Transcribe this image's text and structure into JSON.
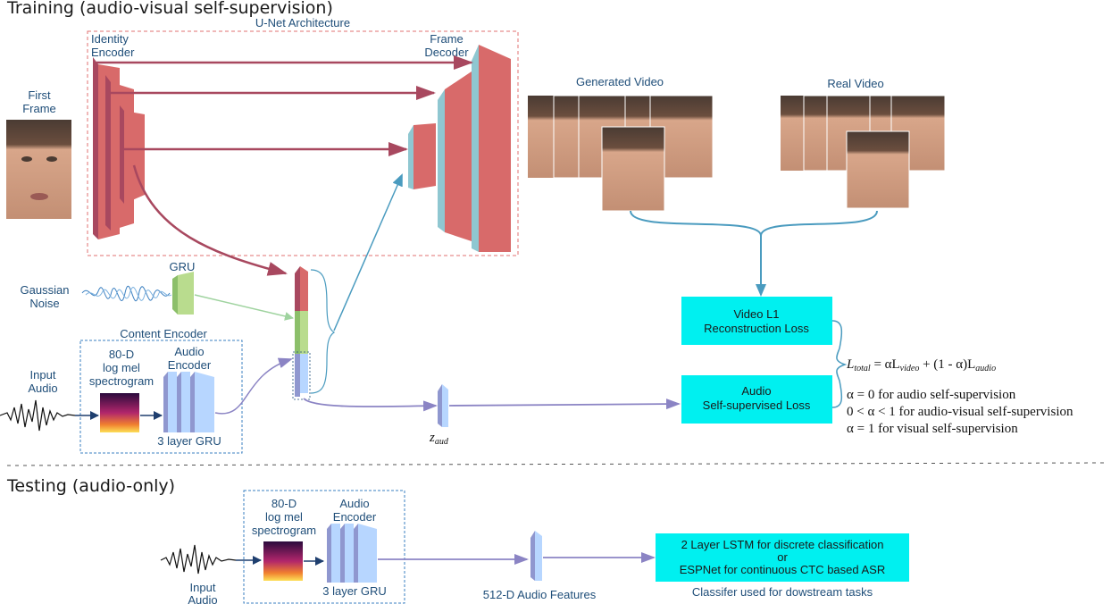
{
  "training": {
    "title": "Training (audio-visual self-supervision)",
    "unet_label": "U-Net Architecture",
    "identity_encoder": [
      "Identity",
      "Encoder"
    ],
    "frame_decoder": [
      "Frame",
      "Decoder"
    ],
    "first_frame": [
      "First",
      "Frame"
    ],
    "generated_video": "Generated Video",
    "real_video": "Real Video",
    "gaussian_noise": [
      "Gaussian",
      "Noise"
    ],
    "gru": "GRU",
    "content_encoder": "Content Encoder",
    "input_audio": [
      "Input",
      "Audio"
    ],
    "spectrogram": [
      "80-D",
      "log mel",
      "spectrogram"
    ],
    "audio_encoder": [
      "Audio",
      "Encoder"
    ],
    "gru3": "3 layer GRU",
    "z_aud": {
      "main": "z",
      "sub": "aud"
    },
    "video_loss": [
      "Video L1",
      "Reconstruction Loss"
    ],
    "audio_loss": [
      "Audio",
      "Self-supervised Loss"
    ],
    "equation": {
      "lhs_main": "L",
      "lhs_sub": "total",
      "eq1": " = αL",
      "sub_video": "video",
      "eq2": " + (1 - α)L",
      "sub_audio": "audio"
    },
    "alpha_lines": [
      "α = 0 for audio self-supervision",
      "0 < α < 1 for audio-visual self-supervision",
      "α = 1 for visual self-supervision"
    ]
  },
  "testing": {
    "title": "Testing (audio-only)",
    "input_audio": [
      "Input",
      "Audio"
    ],
    "spectrogram": [
      "80-D",
      "log mel",
      "spectrogram"
    ],
    "audio_encoder": [
      "Audio",
      "Encoder"
    ],
    "gru3": "3 layer GRU",
    "features": "512-D Audio Features",
    "classifier_box": [
      "2 Layer LSTM for discrete classification",
      "or",
      "ESPNet for continuous CTC based ASR"
    ],
    "classifier_caption": "Classifer used for dowstream tasks"
  },
  "colors": {
    "unet_red": "#d86a6a",
    "unet_red_side": "#a8485f",
    "teal_side": "#8fc7d1",
    "blue_block": "#b7d6ff",
    "blue_side": "#8f97cf",
    "green_block": "#b9dc8e",
    "cyan_box": "#00f0f0",
    "arrow_red": "#a8485f",
    "arrow_teal": "#4a9bbf",
    "arrow_purple": "#8b84c4",
    "label_blue": "#1f4e79"
  }
}
